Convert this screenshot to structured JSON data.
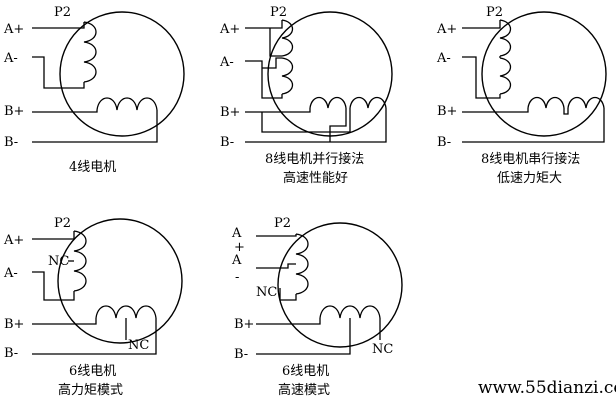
{
  "colors": {
    "line": "#000000",
    "background": "#ffffff",
    "watermark": "#e89aa8"
  },
  "diagrams": [
    {
      "id": "4-wire",
      "top_label": "P2",
      "pin_labels": [
        "A+",
        "A-",
        "B+",
        "B-"
      ],
      "caption": [
        "4线电机"
      ]
    },
    {
      "id": "8-wire-parallel",
      "top_label": "P2",
      "pin_labels": [
        "A+",
        "A-",
        "B+",
        "B-"
      ],
      "caption": [
        "8线电机并行接法",
        "高速性能好"
      ]
    },
    {
      "id": "8-wire-series",
      "top_label": "P2",
      "pin_labels": [
        "A+",
        "A-",
        "B+",
        "B-"
      ],
      "caption": [
        "8线电机串行接法",
        "低速力矩大"
      ]
    },
    {
      "id": "6-wire-torque",
      "top_label": "P2",
      "pin_labels": [
        "A+",
        "A-",
        "B+",
        "B-"
      ],
      "nc_labels": [
        "NC",
        "NC"
      ],
      "caption": [
        "6线电机",
        "高力矩模式"
      ]
    },
    {
      "id": "6-wire-speed",
      "top_label": "P2",
      "pin_labels": [
        "A",
        "+",
        "A",
        "-",
        "B+",
        "B-"
      ],
      "nc_labels": [
        "NC",
        "NC"
      ],
      "caption": [
        "6线电机",
        "高速模式"
      ]
    }
  ],
  "watermark": "www.55dianzi.com"
}
